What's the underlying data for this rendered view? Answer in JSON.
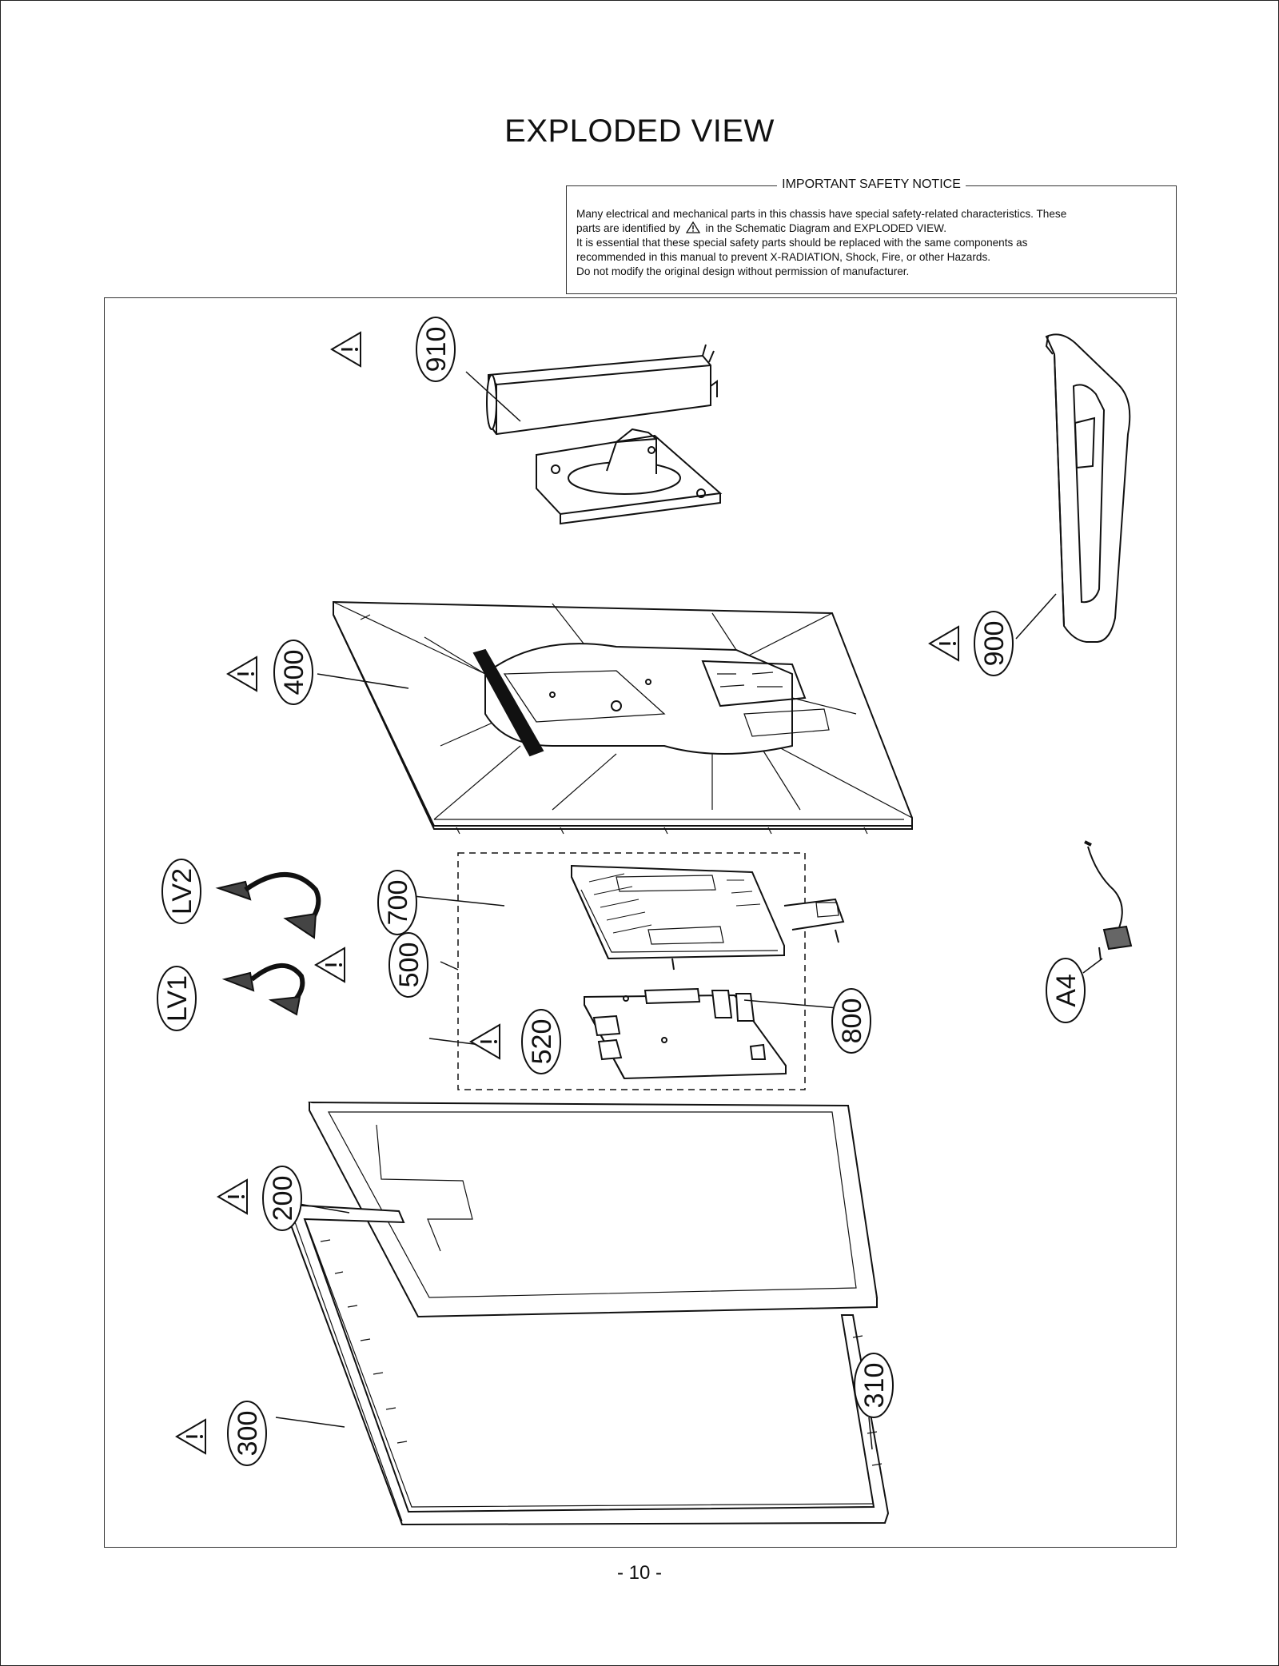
{
  "page": {
    "title": "EXPLODED VIEW",
    "page_number": "- 10 -"
  },
  "notice": {
    "heading": "IMPORTANT SAFETY NOTICE",
    "line1": "Many electrical and mechanical parts in this chassis have special safety-related characteristics. These",
    "line2_before_icon": "parts are identified by",
    "line2_after_icon": "in the Schematic Diagram and EXPLODED VIEW.",
    "line3": "It is essential that these special safety parts should be replaced with the same components as",
    "line4": "recommended in this manual to prevent X-RADIATION, Shock, Fire, or other Hazards.",
    "line5": "Do not modify the original design without permission of manufacturer."
  },
  "callouts": {
    "c910": "910",
    "c900": "900",
    "c400": "400",
    "c700": "700",
    "c500": "500",
    "c520": "520",
    "c800": "800",
    "cA4": "A4",
    "cLV2": "LV2",
    "cLV1": "LV1",
    "c200": "200",
    "c300": "300",
    "c310": "310"
  },
  "icons": {
    "safety_symbol": "warning-triangle-icon"
  }
}
